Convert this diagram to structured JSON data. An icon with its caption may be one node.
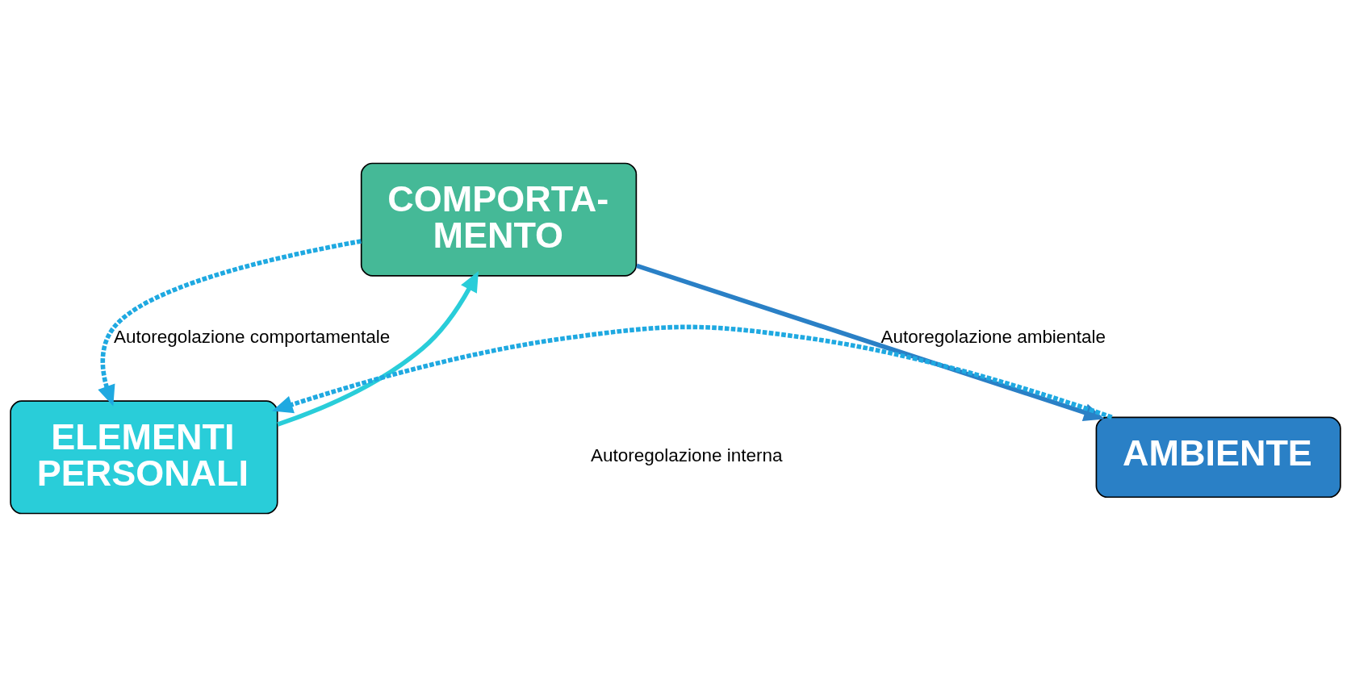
{
  "diagram": {
    "nodes": [
      {
        "text": [
          "COMPORTA- MENTO"
        ]
      },
      {
        "text": [
          "ELEMENTI PERSONALI"
        ]
      },
      {
        "text": [
          "AMBIENTE"
        ]
      }
    ],
    "edges": [
      {
        "from": 0,
        "to": 1,
        "arrow": "to",
        "style": "dashed",
        "label": "Autoregolazione comportamentale"
      },
      {
        "from": 1,
        "to": 0,
        "arrow": "to",
        "color": "#29cdd9"
      },
      {
        "from": 0,
        "to": 2,
        "arrow": "to",
        "color": "#2a80c6",
        "label": "Autoregolazione ambientale"
      },
      {
        "from": 2,
        "to": 1,
        "arrow": "to",
        "style": "dashed"
      }
    ],
    "labels": [
      "Autoregolazione interna"
    ]
  }
}
